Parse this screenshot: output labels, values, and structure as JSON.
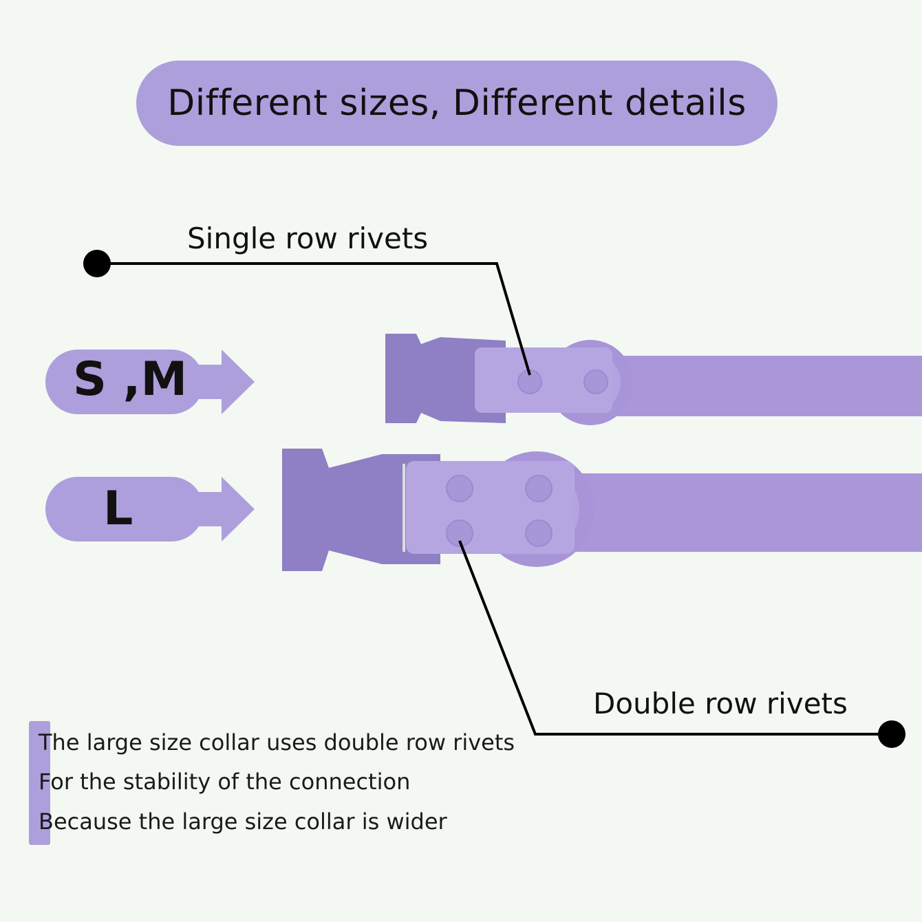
{
  "title": "Different sizes, Different details",
  "callouts": {
    "single": "Single row rivets",
    "double": "Double row rivets"
  },
  "sizes": {
    "small_medium": "S ,M",
    "large": "L"
  },
  "notes": [
    "The large size collar uses double row rivets",
    "For the stability of the connection",
    "Because the large size collar is wider"
  ],
  "colors": {
    "background": "#f3f8f2",
    "accent_purple": "#ad9fdc",
    "collar_purple": "#a795d8",
    "buckle_purple": "#8f7fc4",
    "text": "#111111"
  }
}
